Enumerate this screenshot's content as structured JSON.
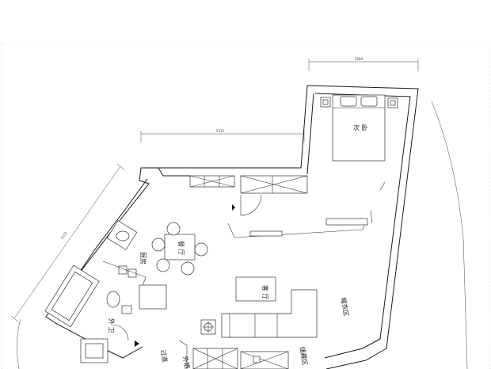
{
  "rooms": {
    "secondary_bedroom": "次 卧",
    "dining": "餐 厅",
    "kitchen": "厨房",
    "living": "客 厅",
    "bathroom": "外 卫",
    "aisle": "过道",
    "cloakroom": "帽衣区",
    "storage": "储藏区",
    "laundry": "外晒"
  },
  "dimensions": {
    "bedroom_width": "3504",
    "dining_width": "5232",
    "left_wall": "3111"
  }
}
